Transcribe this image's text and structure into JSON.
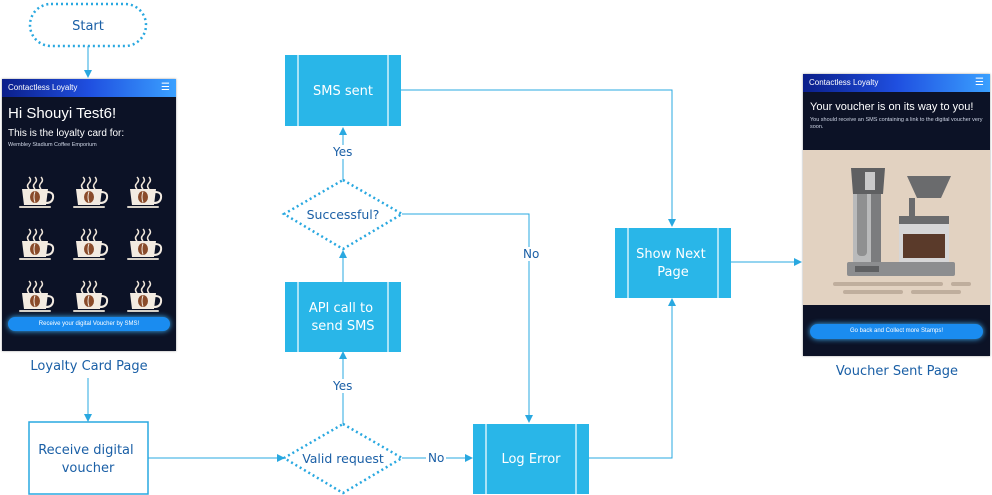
{
  "nodes": {
    "start": "Start",
    "sms_sent": "SMS sent",
    "successful": "Successful?",
    "api_call": "API call to send SMS",
    "receive_voucher": "Receive digital voucher",
    "valid_request": "Valid request",
    "log_error": "Log Error",
    "show_next_page": "Show Next Page"
  },
  "edge_labels": {
    "successful_yes": "Yes",
    "valid_yes": "Yes",
    "successful_no": "No",
    "valid_no": "No"
  },
  "captions": {
    "loyalty_card_page": "Loyalty Card Page",
    "voucher_sent_page": "Voucher Sent Page"
  },
  "loyalty_screen": {
    "app_title": "Contactless Loyalty",
    "greeting": "Hi Shouyi Test6!",
    "subtitle": "This is the loyalty card for:",
    "store": "Wembley Stadium Coffee Emporium",
    "stamp_count": 9,
    "button": "Receive your digital Voucher by SMS!"
  },
  "voucher_screen": {
    "app_title": "Contactless Loyalty",
    "heading": "Your voucher is on its way to you!",
    "message": "You should receive an SMS containing a link to the digital voucher very soon.",
    "button": "Go back and Collect more Stamps!"
  },
  "colors": {
    "process_fill": "#29b6e8",
    "connector": "#29a8e0",
    "decision_stroke": "#29a8e0",
    "label_text": "#1a5fa6"
  }
}
